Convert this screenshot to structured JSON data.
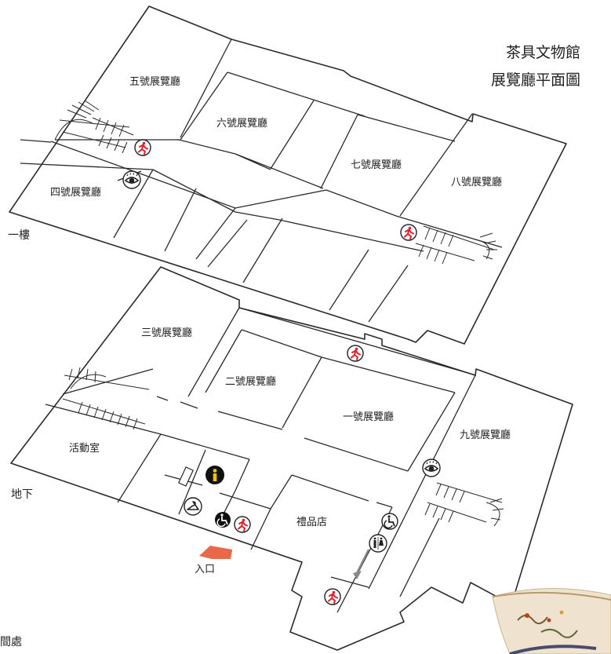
{
  "title": {
    "line1": "茶具文物館",
    "line2": "展覽廳平面圖"
  },
  "floors": {
    "upper": "一樓",
    "lower": "地下"
  },
  "rooms": {
    "gallery5": "五號展覽廳",
    "gallery6": "六號展覽廳",
    "gallery7": "七號展覽廳",
    "gallery8": "八號展覽廳",
    "gallery4": "四號展覽廳",
    "gallery3": "三號展覽廳",
    "gallery2": "二號展覽廳",
    "gallery1": "一號展覽廳",
    "gallery9": "九號展覽廳",
    "activity_room": "活動室",
    "gift_shop": "禮品店"
  },
  "entrance_label": "入口",
  "bottom_left_text": "間處",
  "icons": [
    "emergency-exit-icon",
    "viewing-point-icon",
    "information-icon",
    "cloakroom-icon",
    "accessibility-icon",
    "toilet-icon",
    "entrance-arrow-icon",
    "teacup-photo"
  ],
  "colors": {
    "exit_red": "#e0202a",
    "info_yellow": "#f2c200",
    "entrance_arrow": "#e8684a",
    "walls": "#2a2a2a"
  }
}
